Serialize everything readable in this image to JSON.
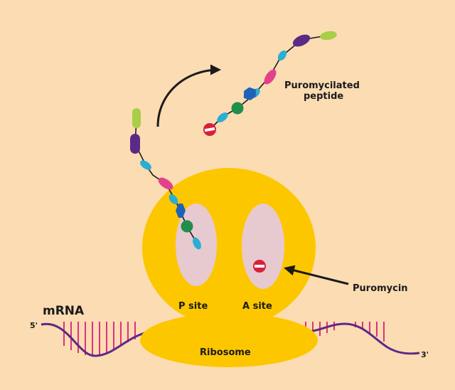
{
  "labels": {
    "mrna": "mRNA",
    "five_prime": "5'",
    "three_prime": "3'",
    "p_site": "P site",
    "a_site": "A site",
    "ribosome": "Ribosome",
    "puromycin": "Puromycin",
    "puromycilated_line1": "Puromycilated",
    "puromycilated_line2": "peptide"
  },
  "colors": {
    "background": "#fbdcb3",
    "ribosome": "#fdc700",
    "site": "#e7c9d0",
    "mrna": "#5b2a86",
    "codon": "#e0307a",
    "purple": "#5b2a86",
    "lime": "#a8cf45",
    "cyan": "#2aaed4",
    "pink": "#e4418c",
    "blue": "#1e63b8",
    "green": "#1f8f4a",
    "puromycin": "#d8203a"
  }
}
